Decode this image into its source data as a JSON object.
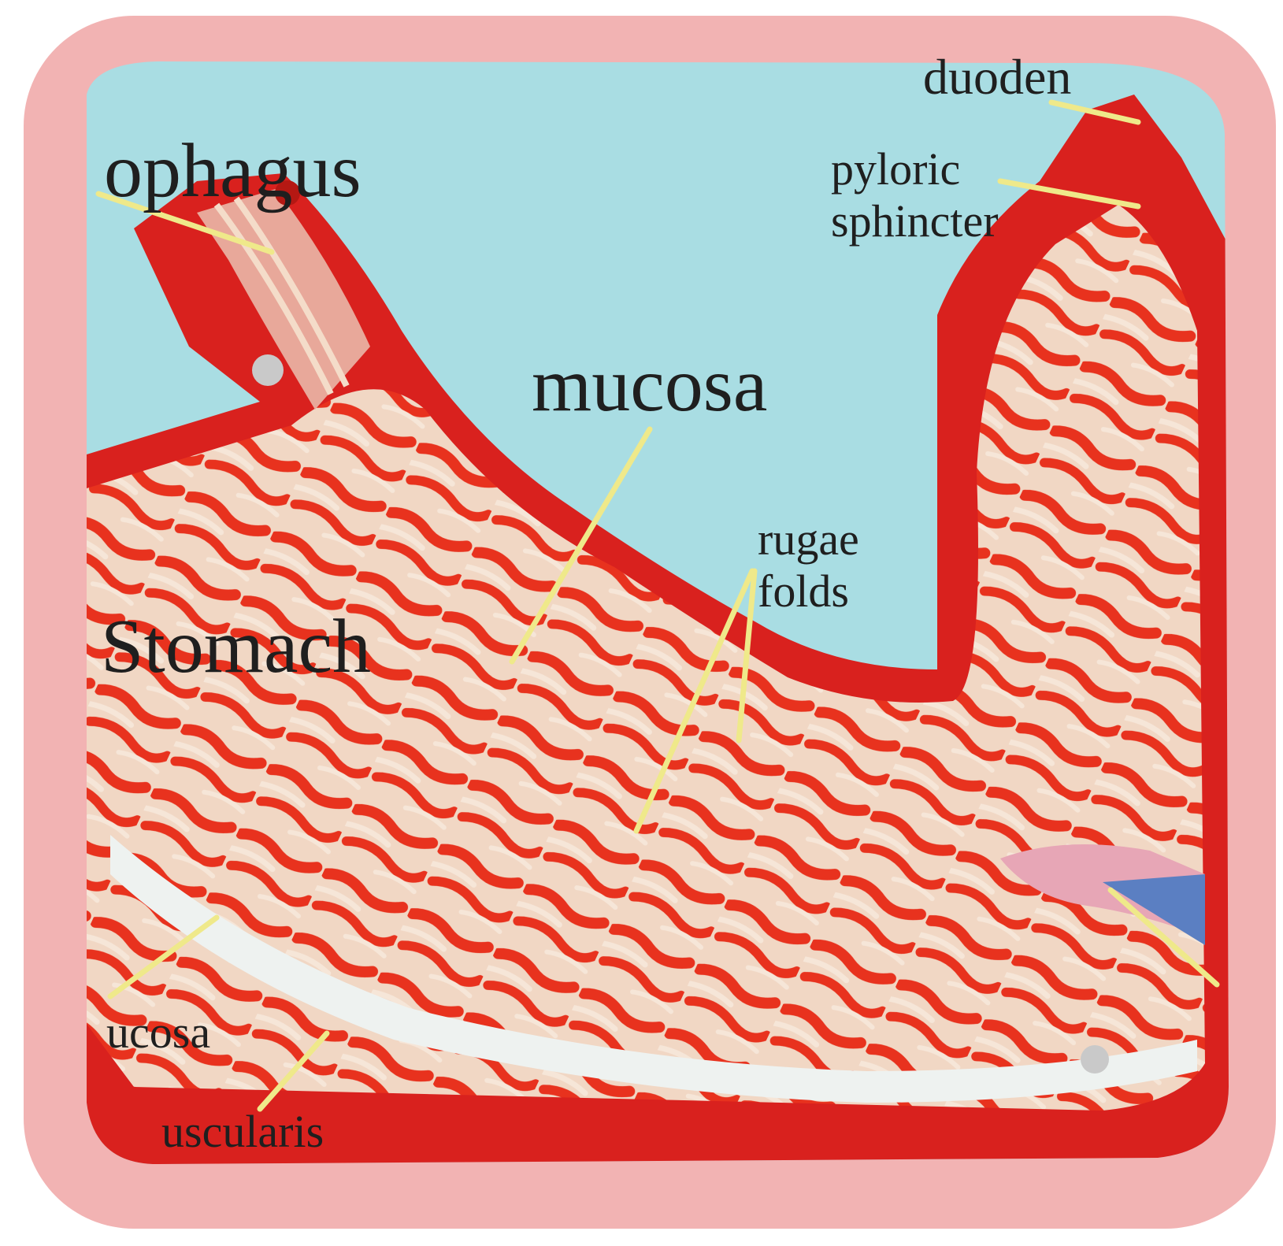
{
  "labels": {
    "esophagus": "ophagus",
    "duodenum": "duoden",
    "pyloric": "pyloric",
    "sphincter": "sphincter",
    "mucosa_main": "mucosa",
    "rugae": "rugae",
    "folds": "folds",
    "stomach": "Stomach",
    "submucosa": "ucosa",
    "muscularis": "uscularis"
  },
  "colors": {
    "frame": "#f2b3b3",
    "background": "#a9dde3",
    "stomach_wall": "#d9211e",
    "mucosa_base": "#f3d6c0",
    "rugae_red": "#e8321e",
    "pointer_line": "#efe98a"
  }
}
